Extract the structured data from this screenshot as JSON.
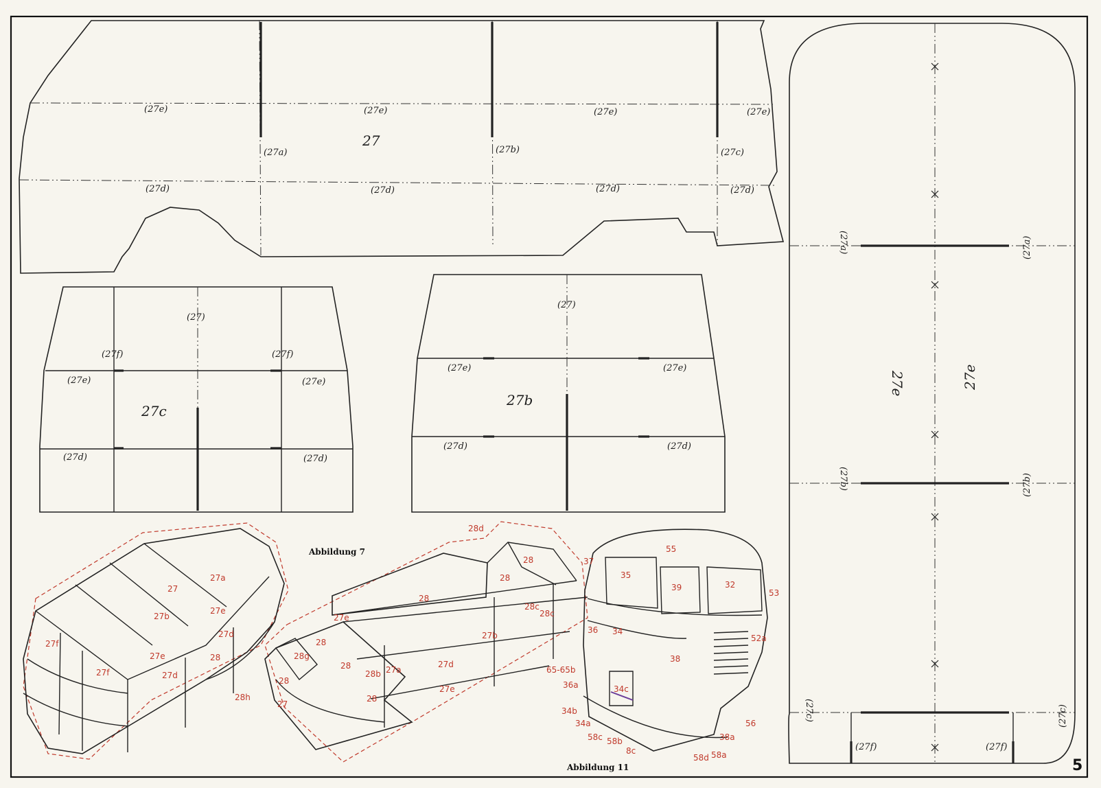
{
  "page_number": "5",
  "figures": {
    "fig7_caption": "Abbildung 7",
    "fig11_caption": "Abbildung 11"
  },
  "panels": {
    "side": {
      "main": "27",
      "fold_top": [
        "(27e)",
        "(27e)",
        "(27e)",
        "(27e)"
      ],
      "fold_bottom": [
        "(27d)",
        "(27d)",
        "(27d)",
        "(27d)"
      ],
      "slots": [
        "(27a)",
        "(27b)",
        "(27c)"
      ]
    },
    "c": {
      "main": "27c",
      "top": "(27)",
      "f_left": "(27f)",
      "f_right": "(27f)",
      "e_left": "(27e)",
      "e_right": "(27e)",
      "d_left": "(27d)",
      "d_right": "(27d)"
    },
    "b": {
      "main": "27b",
      "top": "(27)",
      "e_left": "(27e)",
      "e_right": "(27e)",
      "d_left": "(27d)",
      "d_right": "(27d)"
    },
    "floor": {
      "main_left": "27e",
      "main_right": "27e",
      "a_left": "(27a)",
      "a_right": "(27a)",
      "b_left": "(27b)",
      "b_right": "(27b)",
      "c_left": "(27c)",
      "c_right": "(27c)",
      "f_left": "(27f)",
      "f_right": "(27f)"
    }
  },
  "fig7_labels": [
    "27",
    "27a",
    "27b",
    "27e",
    "27d",
    "27f",
    "27e",
    "27f",
    "27d",
    "28"
  ],
  "fig_mid_labels": [
    "28d",
    "28",
    "28",
    "28",
    "28c",
    "28c",
    "27e",
    "27b",
    "27d",
    "27e",
    "28",
    "28g",
    "28",
    "28b",
    "27a",
    "28",
    "28",
    "28h",
    "27"
  ],
  "fig11_labels": [
    "55",
    "37",
    "35",
    "39",
    "32",
    "53",
    "36",
    "34",
    "52a",
    "38",
    "65-65b",
    "36a",
    "34c",
    "34b",
    "34a",
    "58c",
    "58b",
    "8c",
    "58d",
    "58a",
    "38a",
    "56"
  ]
}
